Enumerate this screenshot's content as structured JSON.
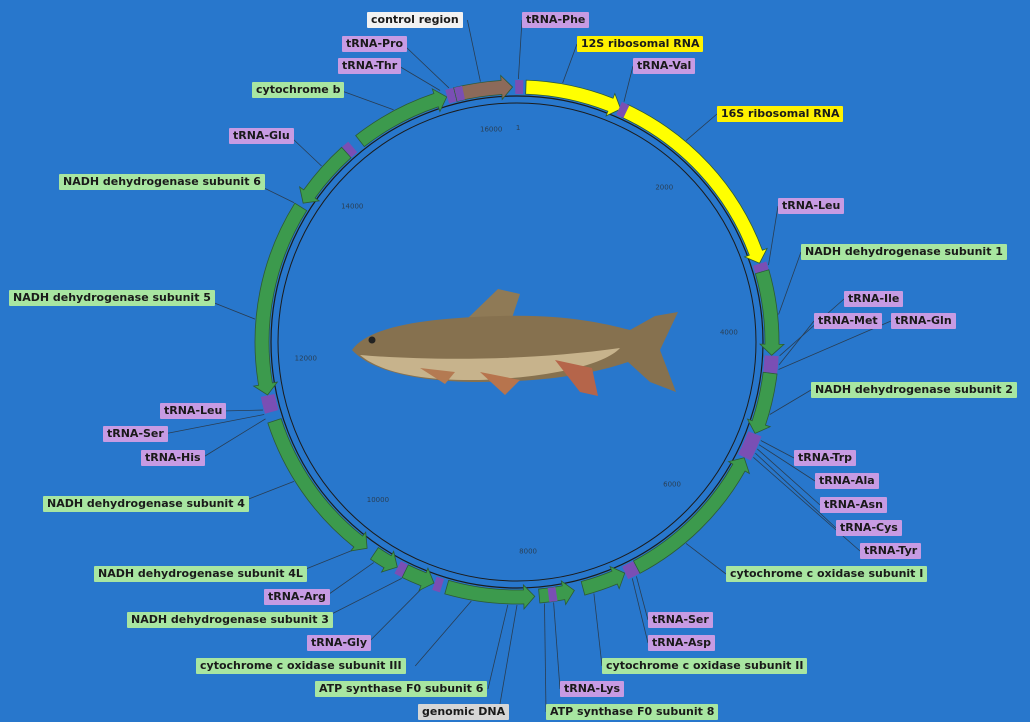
{
  "colors": {
    "background": "#2877cc",
    "gene_arrow": "#3c9a4d",
    "rrna_arrow": "#ffff00",
    "control_arrow": "#8c6a5a",
    "trna_marker": "#7a4fb4"
  },
  "features": [
    {
      "name": "control-region-label",
      "text": "control region",
      "cls": "reg"
    },
    {
      "name": "trna-phe-label",
      "text": "tRNA-Phe",
      "cls": "trna"
    },
    {
      "name": "trna-pro-label",
      "text": "tRNA-Pro",
      "cls": "trna"
    },
    {
      "name": "12s-rrna-label",
      "text": "12S ribosomal RNA",
      "cls": "rrna"
    },
    {
      "name": "trna-thr-label",
      "text": "tRNA-Thr",
      "cls": "trna"
    },
    {
      "name": "trna-val-label",
      "text": "tRNA-Val",
      "cls": "trna"
    },
    {
      "name": "cytochrome-b-label",
      "text": "cytochrome b",
      "cls": "gene"
    },
    {
      "name": "16s-rrna-label",
      "text": "16S ribosomal RNA",
      "cls": "rrna"
    },
    {
      "name": "trna-glu-label",
      "text": "tRNA-Glu",
      "cls": "trna"
    },
    {
      "name": "nad6-label",
      "text": "NADH dehydrogenase subunit 6",
      "cls": "gene"
    },
    {
      "name": "trna-leu-top-label",
      "text": "tRNA-Leu",
      "cls": "trna"
    },
    {
      "name": "nad1-label",
      "text": "NADH dehydrogenase subunit 1",
      "cls": "gene"
    },
    {
      "name": "nad5-label",
      "text": "NADH dehydrogenase subunit 5",
      "cls": "gene"
    },
    {
      "name": "trna-ile-label",
      "text": "tRNA-Ile",
      "cls": "trna"
    },
    {
      "name": "trna-met-label",
      "text": "tRNA-Met",
      "cls": "trna"
    },
    {
      "name": "trna-gln-label",
      "text": "tRNA-Gln",
      "cls": "trna"
    },
    {
      "name": "nad2-label",
      "text": "NADH dehydrogenase subunit 2",
      "cls": "gene"
    },
    {
      "name": "trna-leu-left-label",
      "text": "tRNA-Leu",
      "cls": "trna"
    },
    {
      "name": "trna-ser-left-label",
      "text": "tRNA-Ser",
      "cls": "trna"
    },
    {
      "name": "trna-his-label",
      "text": "tRNA-His",
      "cls": "trna"
    },
    {
      "name": "trna-trp-label",
      "text": "tRNA-Trp",
      "cls": "trna"
    },
    {
      "name": "trna-ala-label",
      "text": "tRNA-Ala",
      "cls": "trna"
    },
    {
      "name": "nad4-label",
      "text": "NADH dehydrogenase subunit 4",
      "cls": "gene"
    },
    {
      "name": "trna-asn-label",
      "text": "tRNA-Asn",
      "cls": "trna"
    },
    {
      "name": "trna-cys-label",
      "text": "tRNA-Cys",
      "cls": "trna"
    },
    {
      "name": "trna-tyr-label",
      "text": "tRNA-Tyr",
      "cls": "trna"
    },
    {
      "name": "cox1-label",
      "text": "cytochrome c oxidase subunit I",
      "cls": "gene"
    },
    {
      "name": "nad4l-label",
      "text": "NADH dehydrogenase subunit 4L",
      "cls": "gene"
    },
    {
      "name": "trna-arg-label",
      "text": "tRNA-Arg",
      "cls": "trna"
    },
    {
      "name": "trna-ser-bottom-label",
      "text": "tRNA-Ser",
      "cls": "trna"
    },
    {
      "name": "nad3-label",
      "text": "NADH dehydrogenase subunit 3",
      "cls": "gene"
    },
    {
      "name": "trna-asp-label",
      "text": "tRNA-Asp",
      "cls": "trna"
    },
    {
      "name": "trna-gly-label",
      "text": "tRNA-Gly",
      "cls": "trna"
    },
    {
      "name": "cox3-label",
      "text": "cytochrome c oxidase subunit III",
      "cls": "gene"
    },
    {
      "name": "cox2-label",
      "text": "cytochrome c oxidase subunit II",
      "cls": "gene"
    },
    {
      "name": "atp6-label",
      "text": "ATP synthase F0 subunit 6",
      "cls": "gene"
    },
    {
      "name": "trna-lys-label",
      "text": "tRNA-Lys",
      "cls": "trna"
    },
    {
      "name": "genomic-dna-label",
      "text": "genomic DNA",
      "cls": "dna"
    },
    {
      "name": "atp8-label",
      "text": "ATP synthase F0 subunit 8",
      "cls": "gene"
    }
  ],
  "scale_ticks": [
    "1",
    "2000",
    "4000",
    "6000",
    "8000",
    "10000",
    "12000",
    "14000",
    "16000"
  ]
}
